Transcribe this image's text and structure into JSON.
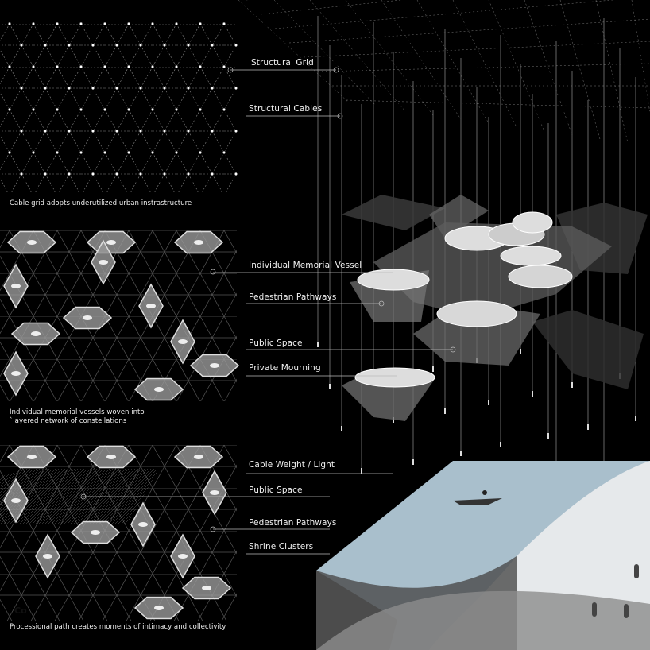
{
  "labels": {
    "structural_grid": "Structural Grid",
    "structural_cables": "Structural Cables",
    "individual_memorial_vessel": "Individual Memorial Vessel",
    "pedestrian_pathways_1": "Pedestrian Pathways",
    "public_space_1": "Public Space",
    "private_mourning": "Private Mourning",
    "cable_weight_light": "Cable Weight / Light",
    "public_space_2": "Public Space",
    "pedestrian_pathways_2": "Pedestrian Pathways",
    "shrine_clusters": "Shrine Clusters"
  },
  "captions": {
    "grid": "Cable grid adopts underutilized urban instrastructure",
    "vessels_line1": "Individual memorial vessels woven into",
    "vessels_line2": "`layered network of constellations",
    "procession": "Processional path creates moments of intimacy and collectivity"
  },
  "fragment_text": "Co",
  "colors": {
    "background": "#000000",
    "water": "#a9bfcc",
    "snow": "#e6e9eb",
    "block_side": "#555555",
    "tile": "#9a9a9a"
  }
}
